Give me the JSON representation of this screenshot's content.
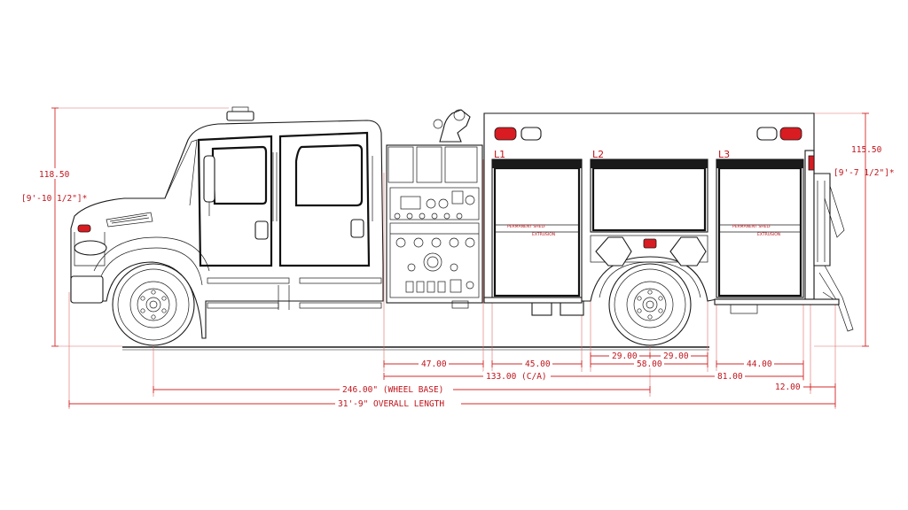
{
  "dimensions": {
    "overall_height": "118.50",
    "overall_height_ft": "[9'-10 1/2\"]*",
    "body_height": "115.50",
    "body_height_ft": "[9'-7 1/2\"]*",
    "pump_panel": "47.00",
    "compartment_l1": "45.00",
    "wheel_well_left": "29.00",
    "wheel_well_right": "29.00",
    "wheel_well_total": "58.00",
    "compartment_l3": "44.00",
    "cab_to_axle": "133.00 (C/A)",
    "rear_section": "81.00",
    "rear_overhang": "12.00",
    "wheel_base": "246.00\" (WHEEL BASE)",
    "overall_length": "31'-9\" OVERALL LENGTH"
  },
  "compartments": {
    "l1": "L1",
    "l2": "L2",
    "l3": "L3"
  },
  "door_text": {
    "brand": "PERMANENT SHELF",
    "type": "EXTRUSION"
  },
  "colors": {
    "dimension": "#d42a2a",
    "line": "#1a1a1a",
    "light_red": "#d81c22"
  }
}
